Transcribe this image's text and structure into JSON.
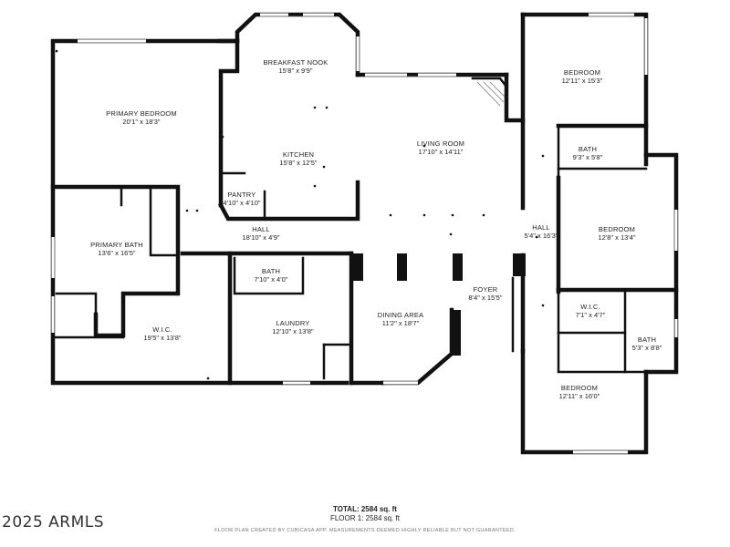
{
  "rooms": {
    "primary_bedroom": {
      "name": "PRIMARY BEDROOM",
      "dims": "20'1\" x 18'3\""
    },
    "breakfast_nook": {
      "name": "BREAKFAST NOOK",
      "dims": "15'8\" x 9'9\""
    },
    "kitchen": {
      "name": "KITCHEN",
      "dims": "15'8\" x 12'5\""
    },
    "pantry": {
      "name": "PANTRY",
      "dims": "4'10\" x 4'10\""
    },
    "living_room": {
      "name": "LIVING ROOM",
      "dims": "17'10\" x 14'11\""
    },
    "bedroom_ne": {
      "name": "BEDROOM",
      "dims": "12'11\" x 15'3\""
    },
    "bath_ne": {
      "name": "BATH",
      "dims": "9'3\" x 5'8\""
    },
    "hall_west": {
      "name": "HALL",
      "dims": "18'10\" x 4'9\""
    },
    "primary_bath": {
      "name": "PRIMARY BATH",
      "dims": "13'6\" x 16'5\""
    },
    "hall_east": {
      "name": "HALL",
      "dims": "5'4\" x 16'3\""
    },
    "bedroom_e": {
      "name": "BEDROOM",
      "dims": "12'8\" x 13'4\""
    },
    "bath_center": {
      "name": "BATH",
      "dims": "7'10\" x 4'0\""
    },
    "foyer": {
      "name": "FOYER",
      "dims": "8'4\" x 15'5\""
    },
    "wic_east": {
      "name": "W.I.C.",
      "dims": "7'1\" x 4'7\""
    },
    "laundry": {
      "name": "LAUNDRY",
      "dims": "12'10\" x 13'8\""
    },
    "dining_area": {
      "name": "DINING AREA",
      "dims": "11'2\" x 18'7\""
    },
    "wic_west": {
      "name": "W.I.C.",
      "dims": "19'5\" x 13'8\""
    },
    "bath_se": {
      "name": "BATH",
      "dims": "5'3\" x 8'8\""
    },
    "bedroom_se": {
      "name": "BEDROOM",
      "dims": "12'11\" x 16'0\""
    }
  },
  "footer": {
    "total": "TOTAL: 2584 sq. ft",
    "floor": "FLOOR 1: 2584 sq. ft",
    "disclaimer": "FLOOR PLAN CREATED BY CUBICASA APP. MEASUREMENTS DEEMED HIGHLY RELIABLE BUT NOT GUARANTEED.",
    "watermark": "2025 ARMLS"
  }
}
